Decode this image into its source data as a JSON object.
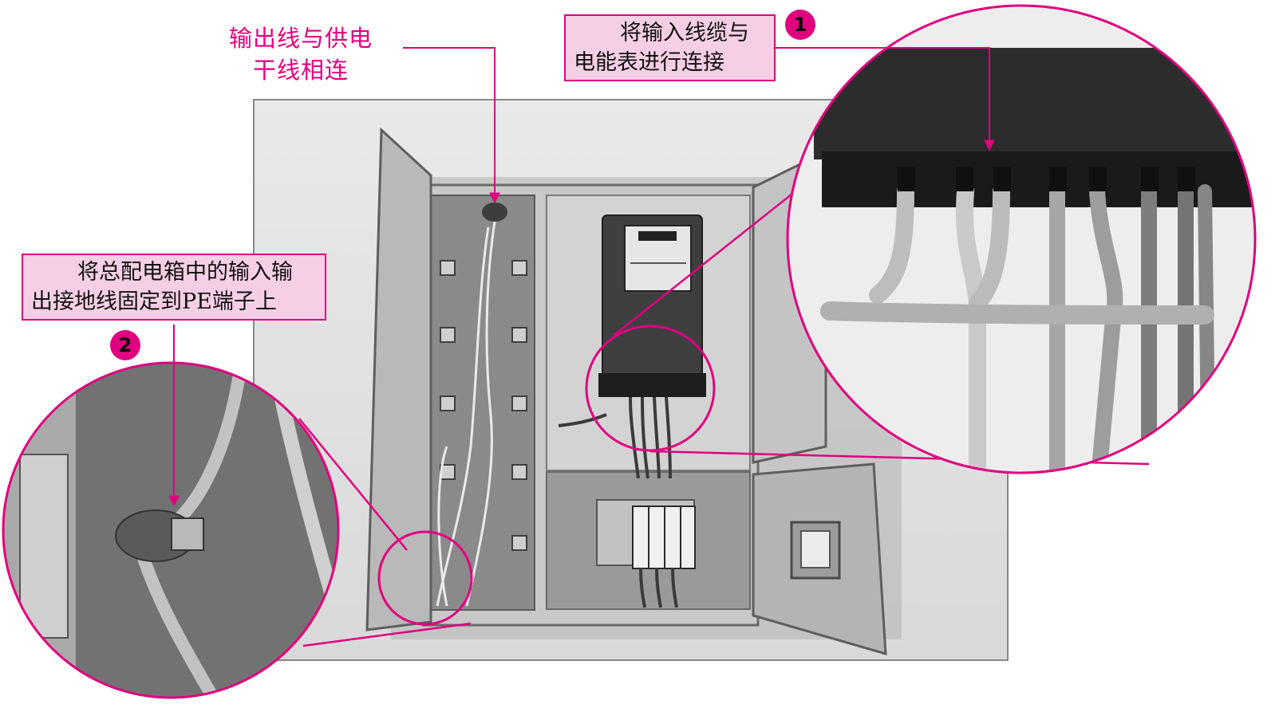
{
  "labels": {
    "output_line": [
      "输出线与供电",
      "干线相连"
    ],
    "input_cable": [
      "将输入线缆与",
      "电能表进行连接"
    ],
    "ground_wire": [
      "将总配电箱中的输入输",
      "出接地线固定到PE端子上"
    ]
  },
  "badges": {
    "one": "1",
    "two": "2"
  },
  "colors": {
    "accent": "#e0007f",
    "label_fill": "#f6cfe6"
  }
}
